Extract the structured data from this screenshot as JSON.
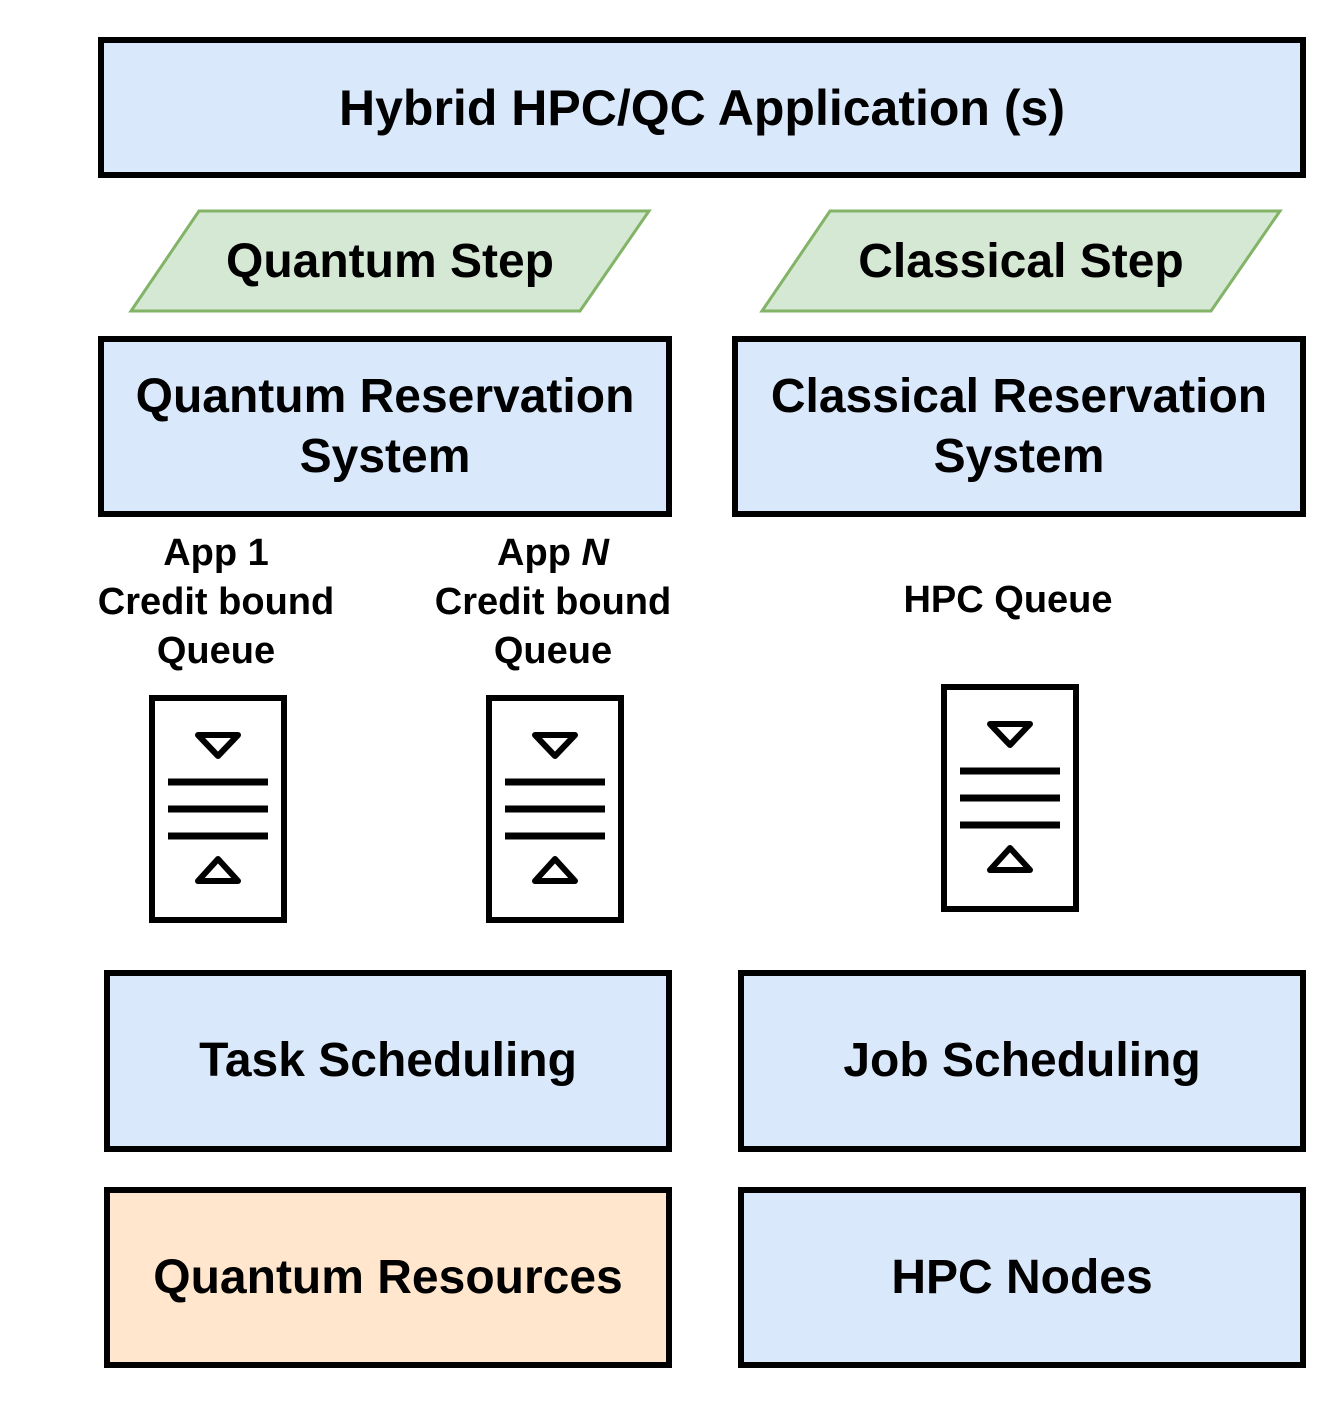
{
  "application": {
    "label": "Hybrid HPC/QC Application (s)"
  },
  "steps": {
    "quantum": {
      "label": "Quantum Step"
    },
    "classical": {
      "label": "Classical Step"
    }
  },
  "reservation": {
    "quantum": {
      "line1": "Quantum Reservation",
      "line2": "System"
    },
    "classical": {
      "line1": "Classical Reservation",
      "line2": "System"
    }
  },
  "queues": {
    "app1": {
      "line1": "App 1",
      "line2": "Credit bound",
      "line3": "Queue",
      "icon": "queue-icon"
    },
    "appN": {
      "line1_prefix": "App ",
      "line1_italic": "N",
      "line2": "Credit bound",
      "line3": "Queue",
      "icon": "queue-icon"
    },
    "hpc": {
      "line1": "HPC Queue",
      "icon": "queue-icon"
    }
  },
  "scheduling": {
    "task": {
      "label": "Task Scheduling"
    },
    "job": {
      "label": "Job Scheduling"
    }
  },
  "resources": {
    "quantum": {
      "label": "Quantum Resources"
    },
    "hpc": {
      "label": "HPC Nodes"
    }
  },
  "colors": {
    "blue_fill": "#dae8fc",
    "green_fill": "#d5e8d4",
    "green_stroke": "#82b366",
    "orange_fill": "#ffe6cc",
    "stroke": "#000000"
  }
}
